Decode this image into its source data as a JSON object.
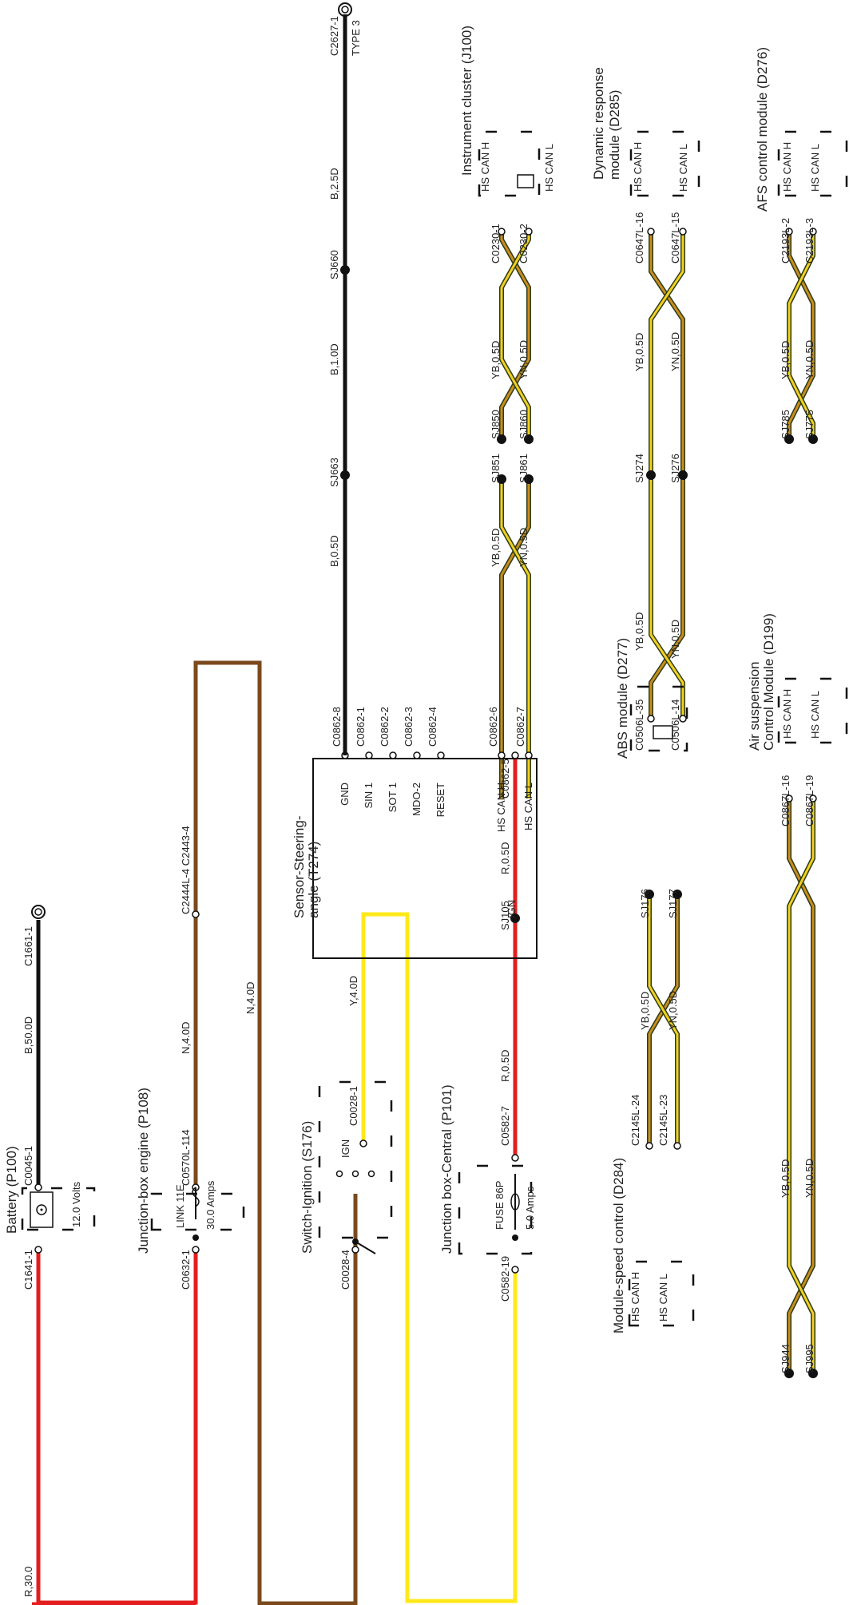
{
  "components": {
    "battery": {
      "title": "Battery (P100)",
      "volts": "12.0 Volts"
    },
    "jb_engine": {
      "title": "Junction-box engine (P108)",
      "link": "LINK 11E",
      "amps": "30.0 Amps"
    },
    "switch_ign": {
      "title": "Switch-Ignition (S176)",
      "ign": "IGN"
    },
    "jb_central": {
      "title": "Junction box-Central (P101)",
      "fuse": "FUSE 86P",
      "amps": "5.0 Amps"
    },
    "msc": {
      "title": "Module-speed control (D284)",
      "canh": "HS CAN H",
      "canl": "HS CAN L"
    },
    "sensor": {
      "title1": "Sensor-Steering-",
      "title2": "angle (T274)",
      "pins": [
        "GND",
        "SIN 1",
        "SOT 1",
        "MDO-2",
        "RESET",
        "HS CAN H",
        "HS CAN L"
      ],
      "ign": "IGN"
    },
    "abs": {
      "title": "ABS module (D277)"
    },
    "air": {
      "title1": "Air suspension",
      "title2": "Control Module (D199)",
      "canh": "HS CAN H",
      "canl": "HS CAN L"
    },
    "ic": {
      "title": "Instrument cluster (J100)",
      "canh": "HS CAN H",
      "canl": "HS CAN L"
    },
    "drm": {
      "title1": "Dynamic response",
      "title2": "module (D285)",
      "canh": "HS CAN H",
      "canl": "HS CAN L"
    },
    "afs": {
      "title": "AFS control module (D276)",
      "canh": "HS CAN H",
      "canl": "HS CAN L"
    }
  },
  "connectors": {
    "c1641_1": "C1641-1",
    "c0045_1": "C0045-1",
    "c1661_1": "C1661-1",
    "c0632_1": "C0632-1",
    "c0570l_114": "C0570L-114",
    "c2444l_4": "C2444L-4 C2443-4",
    "c0028_4": "C0028-4",
    "c0028_1": "C0028-1",
    "c0582_19": "C0582-19",
    "c0582_7": "C0582-7",
    "c2145l_24": "C2145L-24",
    "c2145l_23": "C2145L-23",
    "c0862_5": "C0862-5",
    "c0862_pins": [
      "C0862-8",
      "C0862-1",
      "C0862-2",
      "C0862-3",
      "C0862-4",
      "C0862-6",
      "C0862-7"
    ],
    "c0506l_35": "C0506L-35",
    "c0506l_14": "C0506L-14",
    "c0867l_16": "C0867L-16",
    "c0867l_19": "C0867L-19",
    "c0230_1": "C0230-1",
    "c0230_2": "C0230-2",
    "c0647l_16": "C0647L-16",
    "c0647l_15": "C0647L-15",
    "c2193l_2": "C2193L-2",
    "c2193l_3": "C2193L-3",
    "c2627_1": "C2627-1",
    "type3": "TYPE 3"
  },
  "wires": {
    "r30": "R,30.0",
    "b50": "B,50.0D",
    "n40a": "N,4.0D",
    "n40b": "N,4.0D",
    "y40": "Y,4.0D",
    "r05a": "R,0.5D",
    "r05b": "R,0.5D",
    "yb05": "YB,0.5D",
    "yn05": "YN,0.5D",
    "b05": "B,0.5D",
    "b10": "B,1.0D",
    "b25": "B,2.5D"
  },
  "splices": {
    "sj105": "SJ105",
    "sj176": "SJ176",
    "sj177": "SJ177",
    "sj944": "SJ944",
    "sj995": "SJ995",
    "sj851": "SJ851",
    "sj861": "SJ861",
    "sj274": "SJ274",
    "sj276": "SJ276",
    "sj850": "SJ850",
    "sj860": "SJ860",
    "sj785": "SJ785",
    "sj775": "SJ775",
    "sj663": "SJ663",
    "sj660": "SJ660"
  },
  "colors": {
    "red": "#e41e1e",
    "brown": "#7a4a1c",
    "yellow": "#ffe81a",
    "black": "#111111",
    "can_yb": "#c88d1e",
    "can_yn": "#f0d020",
    "can_core": "#2e3b16"
  }
}
